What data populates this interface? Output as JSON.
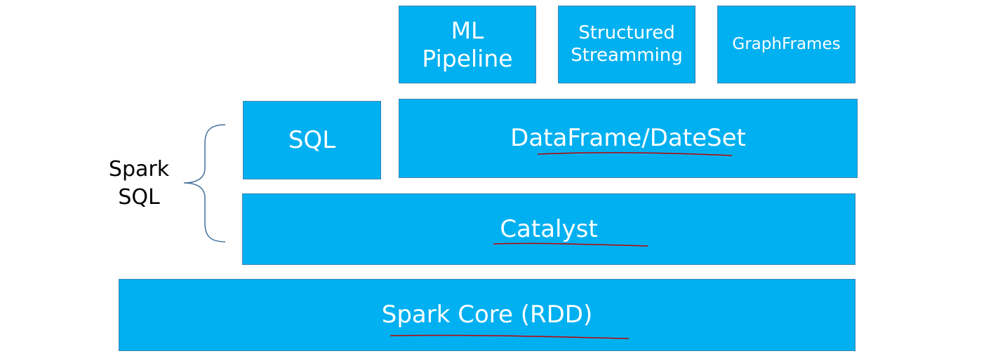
{
  "diagram": {
    "boxes": {
      "ml_pipeline": "ML\nPipeline",
      "structured_streaming": "Structured\nStreamming",
      "graphframes": "GraphFrames",
      "sql": "SQL",
      "dataframe_dataset": "DataFrame/DateSet",
      "catalyst": "Catalyst",
      "spark_core": "Spark Core (RDD)"
    },
    "group_label": "Spark\nSQL"
  },
  "colors": {
    "box_fill": "#00b0f0",
    "box_border": "#3a86b4",
    "box_text": "#ffffff",
    "brace": "#41719c",
    "underline": "#c00000"
  }
}
